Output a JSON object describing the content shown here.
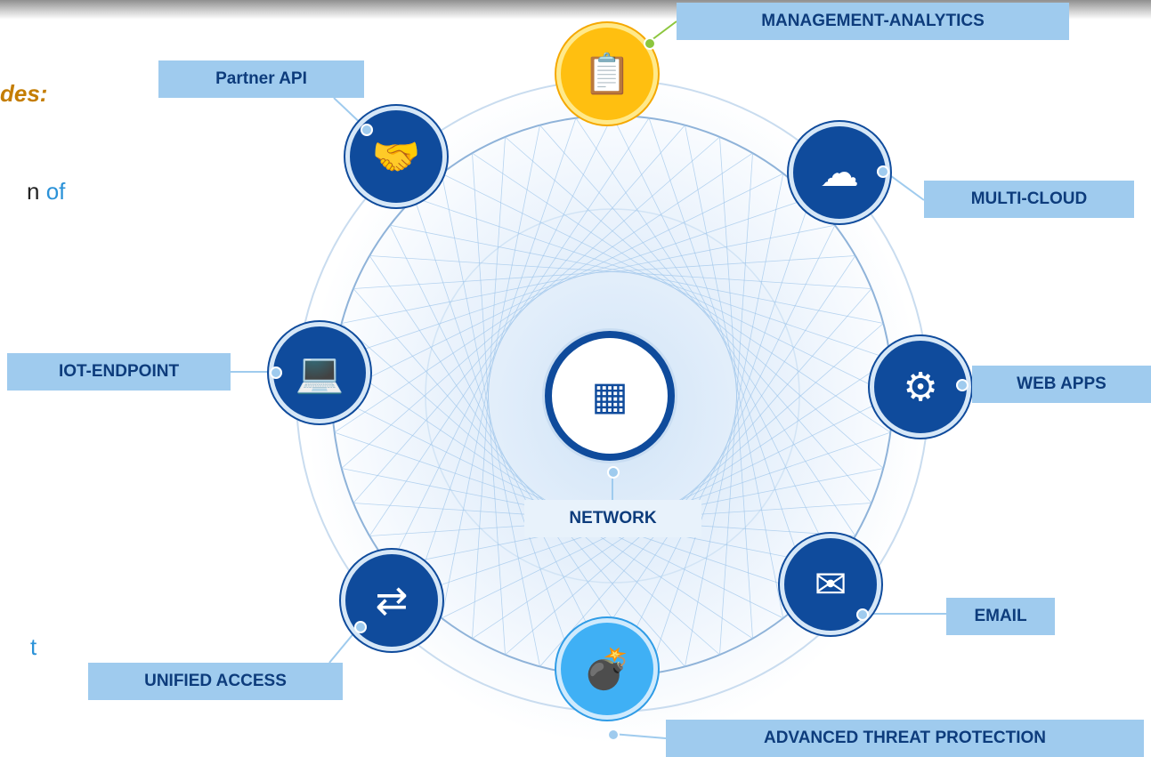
{
  "fragments": {
    "line1": "des:",
    "line2_start": "n ",
    "line2_of": "of",
    "line3": "t"
  },
  "center": {
    "label": "NETWORK",
    "icon": "firewall-icon"
  },
  "modules": [
    {
      "key": "management",
      "label": "MANAGEMENT-ANALYTICS",
      "icon": "clipboard-globe-icon",
      "color": "#ffbf10"
    },
    {
      "key": "partner",
      "label": "Partner API",
      "icon": "handshake-icon",
      "color": "#0f4b9c"
    },
    {
      "key": "multicloud",
      "label": "MULTI-CLOUD",
      "icon": "cloud-icon",
      "color": "#0f4b9c"
    },
    {
      "key": "iot",
      "label": "IOT-ENDPOINT",
      "icon": "laptop-icon",
      "color": "#0f4b9c"
    },
    {
      "key": "webapps",
      "label": "WEB APPS",
      "icon": "browser-gear-icon",
      "color": "#0f4b9c"
    },
    {
      "key": "unified",
      "label": "UNIFIED ACCESS",
      "icon": "wifi-user-icon",
      "color": "#0f4b9c"
    },
    {
      "key": "email",
      "label": "EMAIL",
      "icon": "envelope-icon",
      "color": "#0f4b9c"
    },
    {
      "key": "threat",
      "label": "ADVANCED THREAT PROTECTION",
      "icon": "bomb-icon",
      "color": "#3fb0f5"
    }
  ]
}
